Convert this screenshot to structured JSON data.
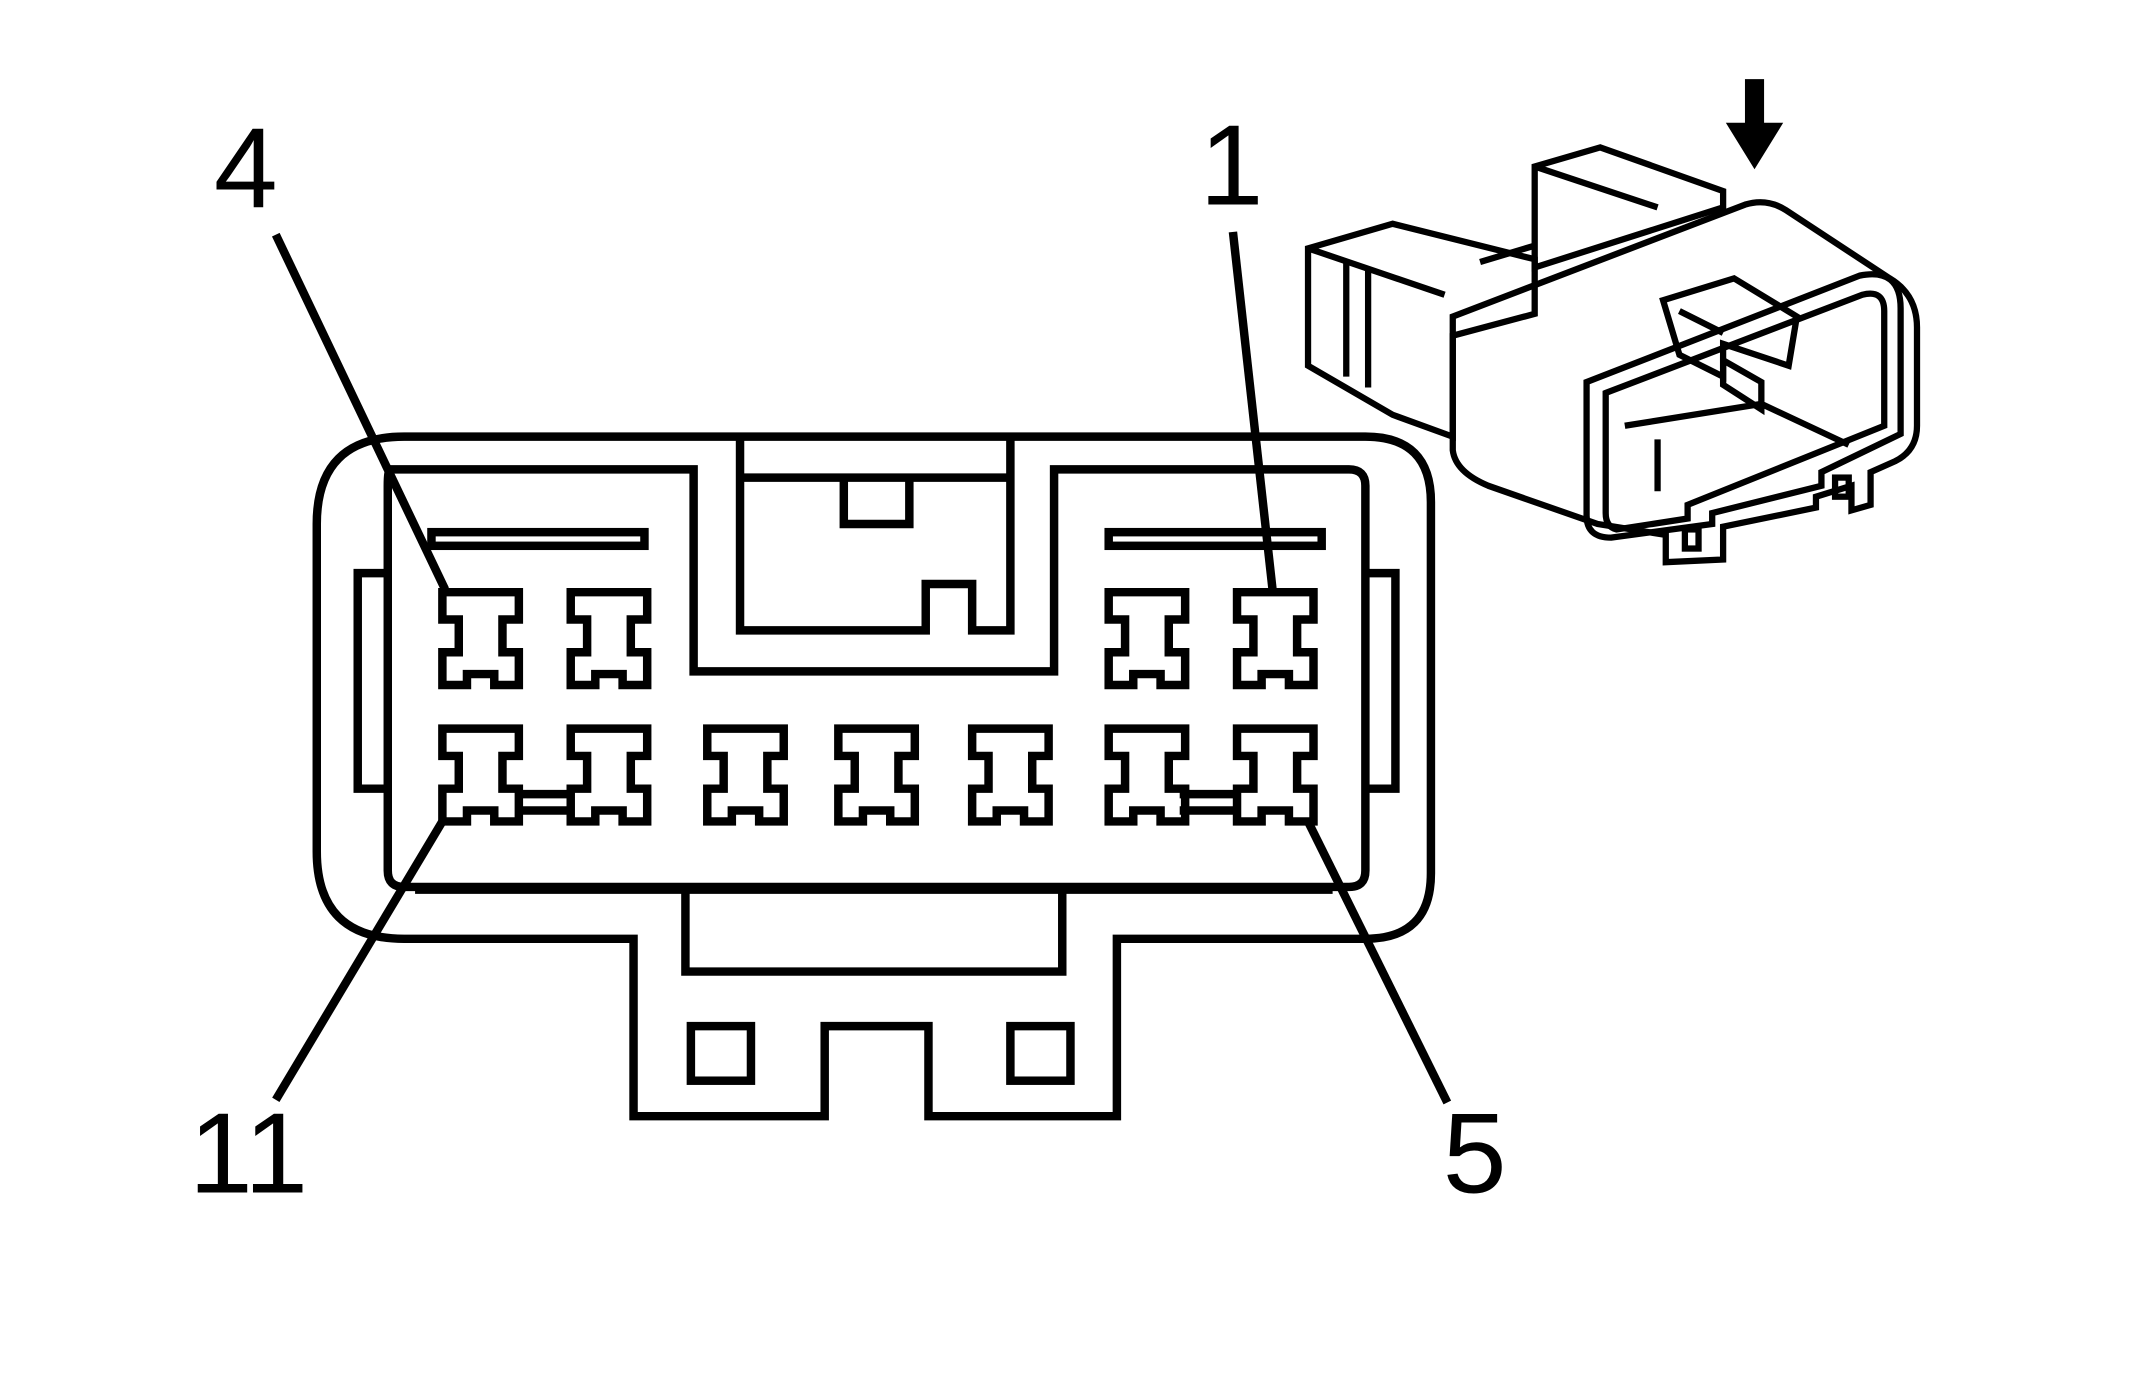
{
  "diagram": {
    "pin_labels": [
      {
        "id": "pin-label-4",
        "text": "4"
      },
      {
        "id": "pin-label-1",
        "text": "1"
      },
      {
        "id": "pin-label-11",
        "text": "11"
      },
      {
        "id": "pin-label-5",
        "text": "5"
      }
    ],
    "top_row_terminal_count": 4,
    "bottom_row_terminal_count": 7,
    "view_direction_arrow": "down-arrow-icon"
  }
}
